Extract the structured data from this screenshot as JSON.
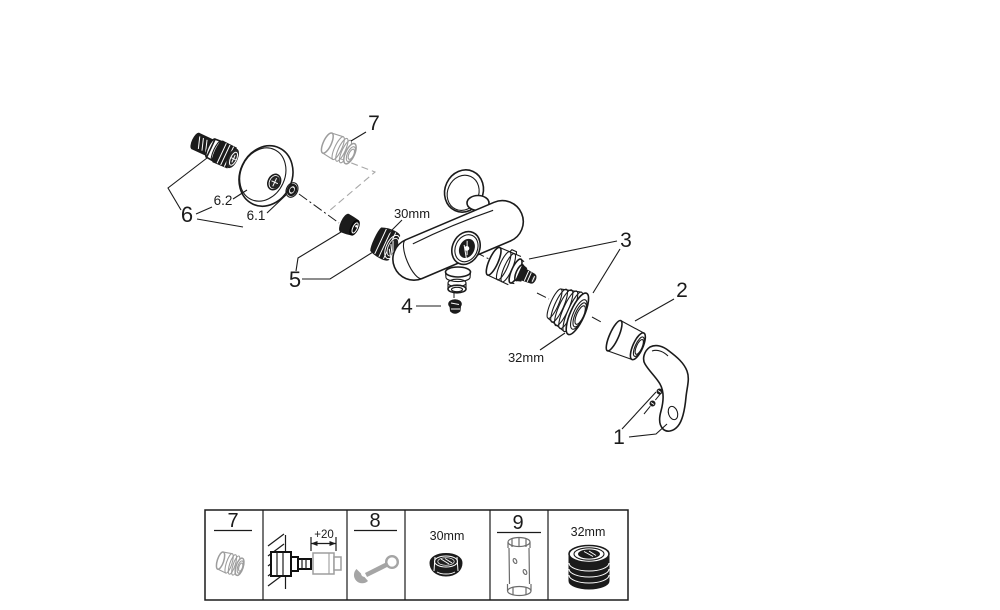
{
  "canvas": {
    "background": "#ffffff",
    "line_color": "#1b1b1b",
    "muted_part_color": "#9d9d9d"
  },
  "callouts": {
    "p1": "1",
    "p2": "2",
    "p3": "3",
    "p4": "4",
    "p5": "5",
    "p6": "6",
    "p6_1": "6.1",
    "p6_2": "6.2",
    "p7": "7",
    "dim_nut": "30mm",
    "dim_ring": "32mm"
  },
  "legend": {
    "cells": [
      {
        "label": "7",
        "icon": "extension-adapter-icon"
      },
      {
        "label": "+20",
        "icon": "wall-extension-install-icon"
      },
      {
        "label": "8",
        "icon": "wrench-icon"
      },
      {
        "label": "30mm",
        "icon": "union-nut-icon"
      },
      {
        "label": "9",
        "icon": "socket-tool-icon"
      },
      {
        "label": "32mm",
        "icon": "threaded-ring-icon"
      }
    ]
  }
}
